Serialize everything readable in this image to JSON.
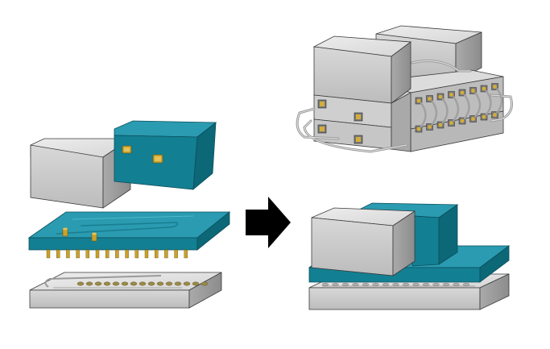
{
  "diagram": {
    "stages": [
      {
        "id": "exploded",
        "parts": [
          "grey-filter-block",
          "teal-filter-block",
          "teal-interposer-board",
          "grey-base-plate"
        ]
      },
      {
        "id": "assembled-compact",
        "parts": [
          "grey-filter-block",
          "teal-filter-block",
          "teal-interposer-board",
          "grey-base-plate"
        ]
      },
      {
        "id": "conventional-cabled",
        "parts": [
          "grey-filter-block-left",
          "grey-filter-block-right",
          "coax-cable",
          "connector-rack"
        ]
      }
    ],
    "arrow": {
      "direction": "right",
      "color": "#000000"
    },
    "colors": {
      "grey_light": "#e2e2e2",
      "grey_mid": "#c4c4c4",
      "grey_dark": "#8e8e8e",
      "teal_top": "#2a9bb0",
      "teal_front": "#137f92",
      "teal_side": "#0c6777",
      "gold": "#c9a12a",
      "outline": "#3a3a3a"
    },
    "counts": {
      "pins": 15,
      "rack_connectors": 8
    }
  }
}
